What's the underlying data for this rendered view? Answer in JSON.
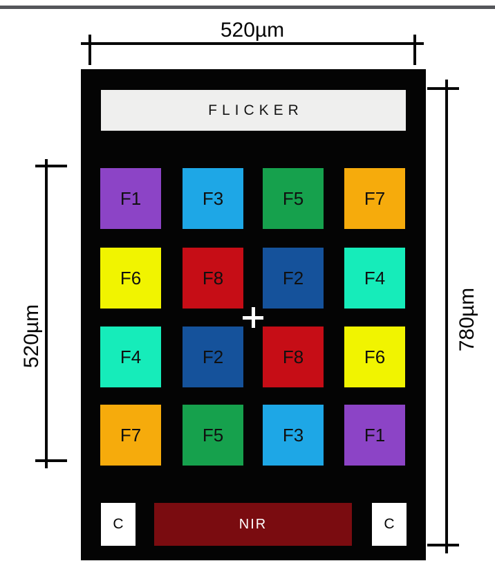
{
  "page": {
    "background": "#ffffff",
    "top_rule_color": "#55565a"
  },
  "dimensions": {
    "top": "520µm",
    "left": "520µm",
    "right": "780µm"
  },
  "chip": {
    "body_color": "#040404",
    "flicker": {
      "label": "FLICKER",
      "bg": "#efefee",
      "text_color": "#151515"
    },
    "nir": {
      "label": "NIR",
      "bg": "#7a0c10",
      "text_color": "#ffffff"
    },
    "contacts": [
      {
        "label": "C"
      },
      {
        "label": "C"
      }
    ],
    "center_marker": {
      "icon": "plus-cross",
      "color": "#ffffff"
    },
    "filter_grid": {
      "rows": 4,
      "cols": 4,
      "cell_text_color": "#101010",
      "cells": [
        {
          "label": "F1",
          "color": "#8c44c6"
        },
        {
          "label": "F3",
          "color": "#1ea7e6"
        },
        {
          "label": "F5",
          "color": "#16a14d"
        },
        {
          "label": "F7",
          "color": "#f6ab0c"
        },
        {
          "label": "F6",
          "color": "#f1f400"
        },
        {
          "label": "F8",
          "color": "#c60d16"
        },
        {
          "label": "F2",
          "color": "#15529b"
        },
        {
          "label": "F4",
          "color": "#16ecba"
        },
        {
          "label": "F4",
          "color": "#16ecba"
        },
        {
          "label": "F2",
          "color": "#15529b"
        },
        {
          "label": "F8",
          "color": "#c60d16"
        },
        {
          "label": "F6",
          "color": "#f1f400"
        },
        {
          "label": "F7",
          "color": "#f6ab0c"
        },
        {
          "label": "F5",
          "color": "#16a14d"
        },
        {
          "label": "F3",
          "color": "#1ea7e6"
        },
        {
          "label": "F1",
          "color": "#8c44c6"
        }
      ]
    }
  }
}
